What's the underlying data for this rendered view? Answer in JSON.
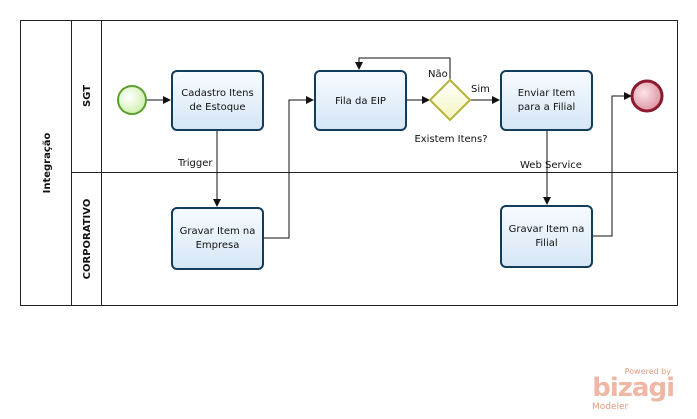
{
  "pool": {
    "title": "Integração"
  },
  "lanes": [
    {
      "id": "sgt",
      "title": "SGT"
    },
    {
      "id": "corp",
      "title": "CORPORATIVO"
    }
  ],
  "tasks": {
    "cadastro": [
      "Cadastro Itens",
      "de Estoque"
    ],
    "fila": [
      "Fila da EIP"
    ],
    "enviar": [
      "Enviar  Item",
      "para a Filial"
    ],
    "gravar_empresa": [
      "Gravar Item na",
      "Empresa"
    ],
    "gravar_filial": [
      "Gravar Item na",
      "Filial"
    ]
  },
  "gateway": {
    "label": "Existem Itens?"
  },
  "flow_labels": {
    "nao": "Não",
    "sim": "Sim",
    "trigger": "Trigger",
    "web_service": "Web Service"
  },
  "watermark": {
    "powered": "Powered by",
    "brand": "bizagi",
    "product": "Modeler"
  },
  "colors": {
    "task_fill": "#e4eef8",
    "task_stroke": "#123c5c",
    "start_fill": "#dff5c6",
    "start_stroke": "#5aa02c",
    "end_fill": "#e4a8b3",
    "end_stroke": "#8b1a2e",
    "gateway_fill": "#fbfbd7",
    "gateway_stroke": "#b3b33a"
  }
}
